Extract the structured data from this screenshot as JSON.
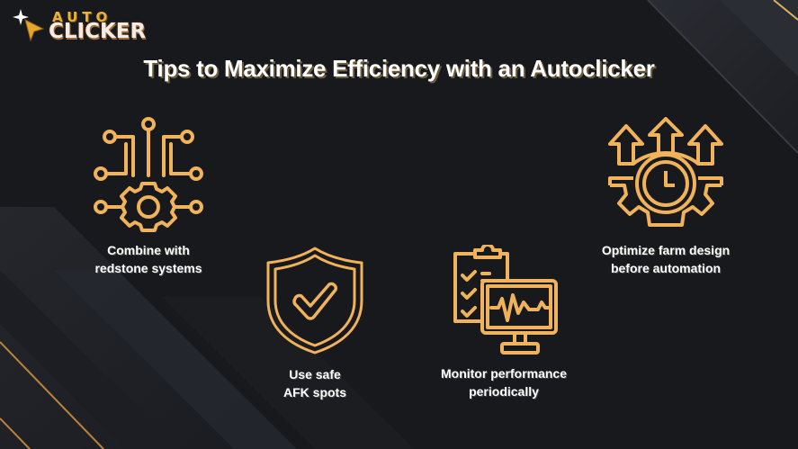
{
  "logo": {
    "line1": "AUTO",
    "line2": "CLICKER",
    "icon": "cursor-sparkle-icon"
  },
  "title": "Tips to Maximize Efficiency with an Autoclicker",
  "colors": {
    "background": "#18191d",
    "accent": "#f0b25a",
    "text": "#ffffff"
  },
  "tips": [
    {
      "label": "Combine with\nredstone systems",
      "icon": "circuit-gear-icon"
    },
    {
      "label": "Use safe\nAFK spots",
      "icon": "shield-check-icon"
    },
    {
      "label": "Monitor performance\nperiodically",
      "icon": "checklist-monitor-icon"
    },
    {
      "label": "Optimize farm design\nbefore automation",
      "icon": "gear-clock-arrows-icon"
    }
  ]
}
